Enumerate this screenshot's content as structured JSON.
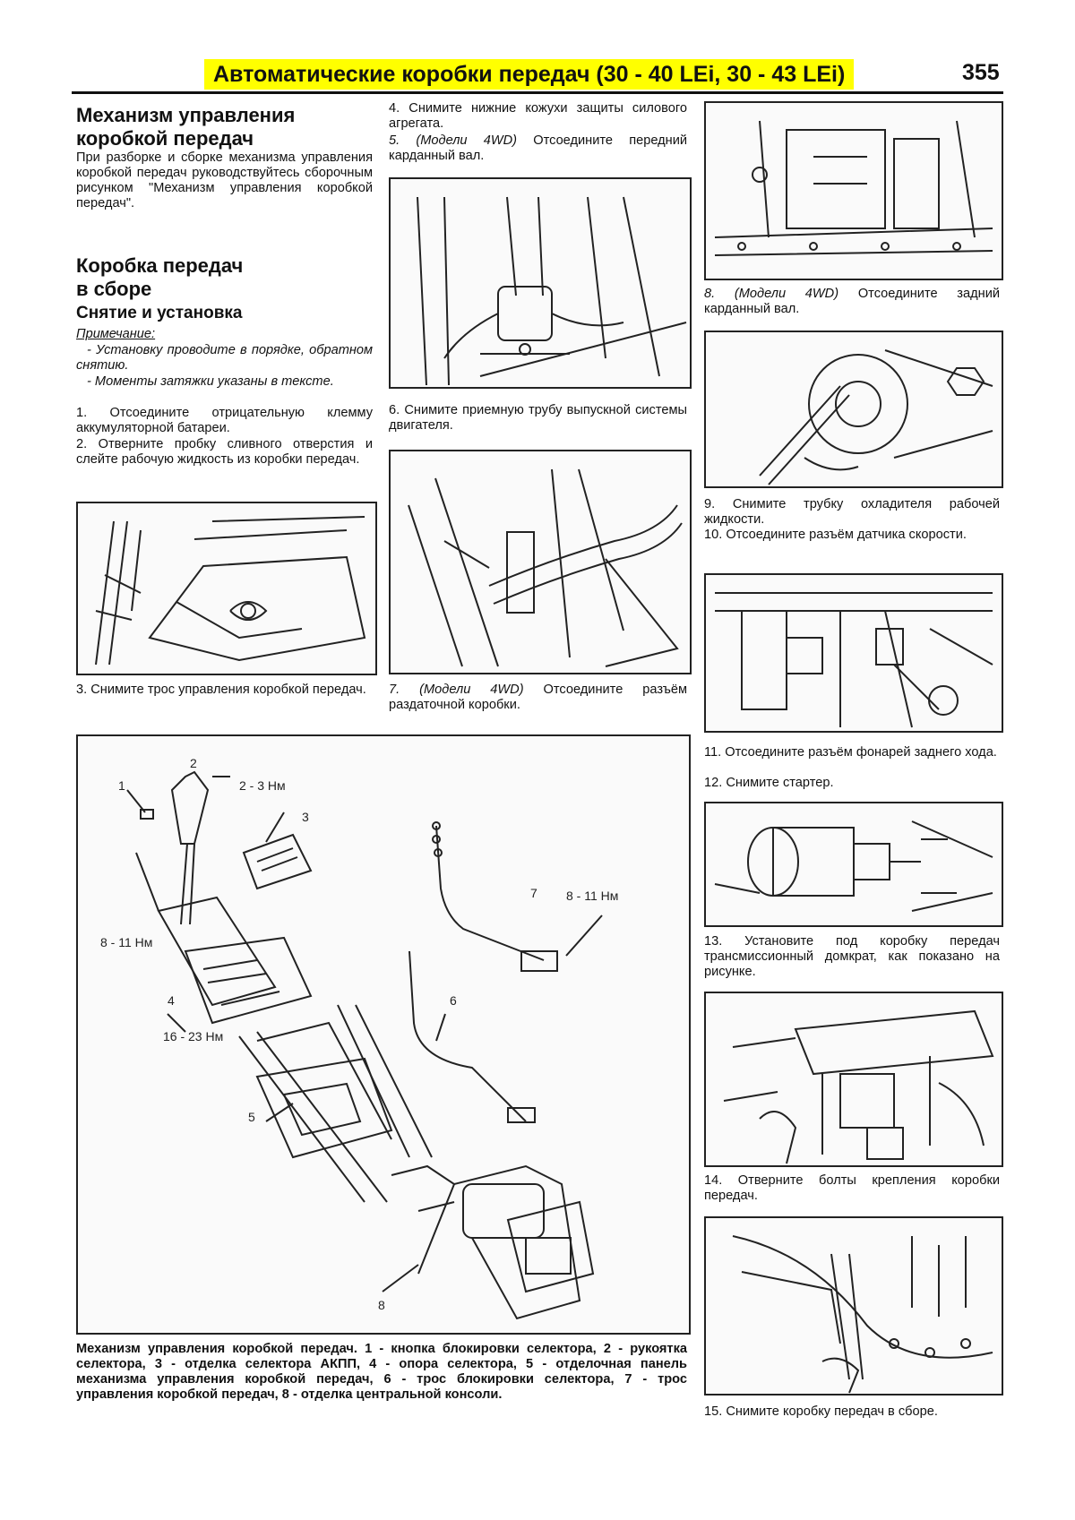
{
  "header": {
    "title": "Автоматические коробки передач (30 - 40 LEi, 30 - 43 LEi)",
    "page_number": "355"
  },
  "col1": {
    "section_title_1a": "Механизм управления",
    "section_title_1b": "коробкой передач",
    "intro_text": "При разборке и сборке механизма управления коробкой передач руководствуйтесь сборочным рисунком \"Механизм управления коробкой передач\".",
    "section_title_2a": "Коробка передач",
    "section_title_2b": "в сборе",
    "subsection_title": "Снятие и установка",
    "note_label": "Примечание:",
    "note_1": "- Установку проводите в порядке, обратном снятию.",
    "note_2": "- Моменты затяжки указаны в тексте.",
    "step_1": "1. Отсоедините отрицательную клемму аккумуляторной батареи.",
    "step_2": "2. Отверните пробку сливного отверстия и слейте рабочую жидкость из коробки передач.",
    "step_3": "3. Снимите трос управления коробкой передач."
  },
  "col2": {
    "step_4": "4. Снимите нижние кожухи защиты силового агрегата.",
    "step_5_prefix": "5. (Модели 4WD)",
    "step_5_rest": "Отсоедините передний карданный вал.",
    "step_6": "6. Снимите приемную трубу выпускной системы двигателя.",
    "step_7_prefix": "7. (Модели 4WD)",
    "step_7_rest": "Отсоедините разъём раздаточной коробки."
  },
  "col3": {
    "step_8_prefix": "8. (Модели 4WD)",
    "step_8_rest": "Отсоедините задний карданный вал.",
    "step_9": "9. Снимите трубку охладителя рабочей жидкости.",
    "step_10": "10. Отсоедините разъём датчика скорости.",
    "step_11": "11. Отсоедините разъём фонарей заднего хода.",
    "step_12": "12. Снимите стартер.",
    "step_13": "13. Установите под коробку передач трансмиссионный домкрат, как показано на рисунке.",
    "step_14": "14. Отверните болты крепления коробки передач.",
    "step_15": "15. Снимите коробку передач в сборе."
  },
  "big_figure": {
    "labels": {
      "n1": "1",
      "n2": "2",
      "n3": "3",
      "n4": "4",
      "n5": "5",
      "n6": "6",
      "n7": "7",
      "n8": "8",
      "t1": "2 - 3 Нм",
      "t2": "8 - 11 Нм",
      "t3": "8 - 11 Нм",
      "t4": "16 - 23 Нм"
    },
    "caption": "Механизм управления коробкой передач. 1 - кнопка блокировки селектора, 2 - рукоятка селектора, 3 - отделка селектора АКПП, 4 - опора селектора, 5 - отделочная панель механизма управления коробкой передач, 6 - трос блокировки селектора, 7 - трос управления коробкой передач, 8 - отделка центральной консоли."
  }
}
